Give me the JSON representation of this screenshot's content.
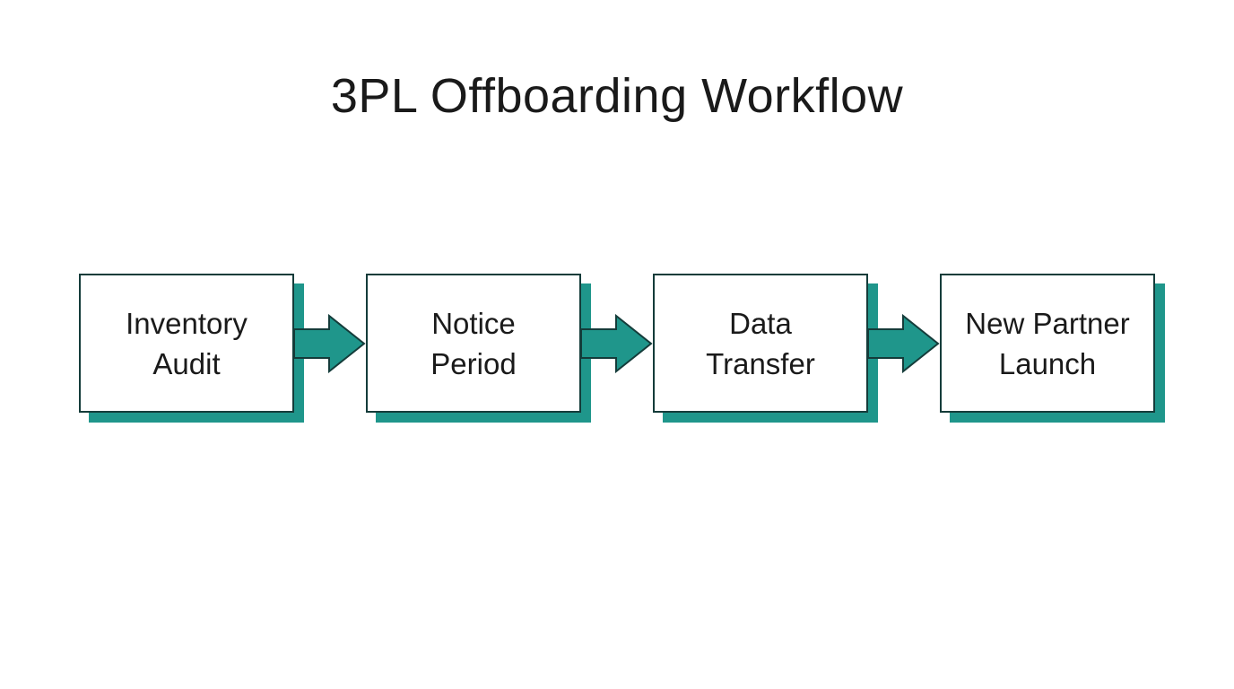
{
  "title": "3PL Offboarding Workflow",
  "diagram": {
    "type": "flowchart",
    "direction": "left-to-right",
    "connector_icon": "arrow-right-icon",
    "steps": [
      {
        "label": "Inventory Audit",
        "line1": "Inventory",
        "line2": "Audit"
      },
      {
        "label": "Notice Period",
        "line1": "Notice",
        "line2": "Period"
      },
      {
        "label": "Data Transfer",
        "line1": "Data",
        "line2": "Transfer"
      },
      {
        "label": "New Partner Launch",
        "line1": "New Partner",
        "line2": "Launch"
      }
    ]
  },
  "colors": {
    "teal": "#1F968B",
    "outline": "#143C3A",
    "text": "#1A1A1A",
    "background": "#FFFFFF"
  }
}
